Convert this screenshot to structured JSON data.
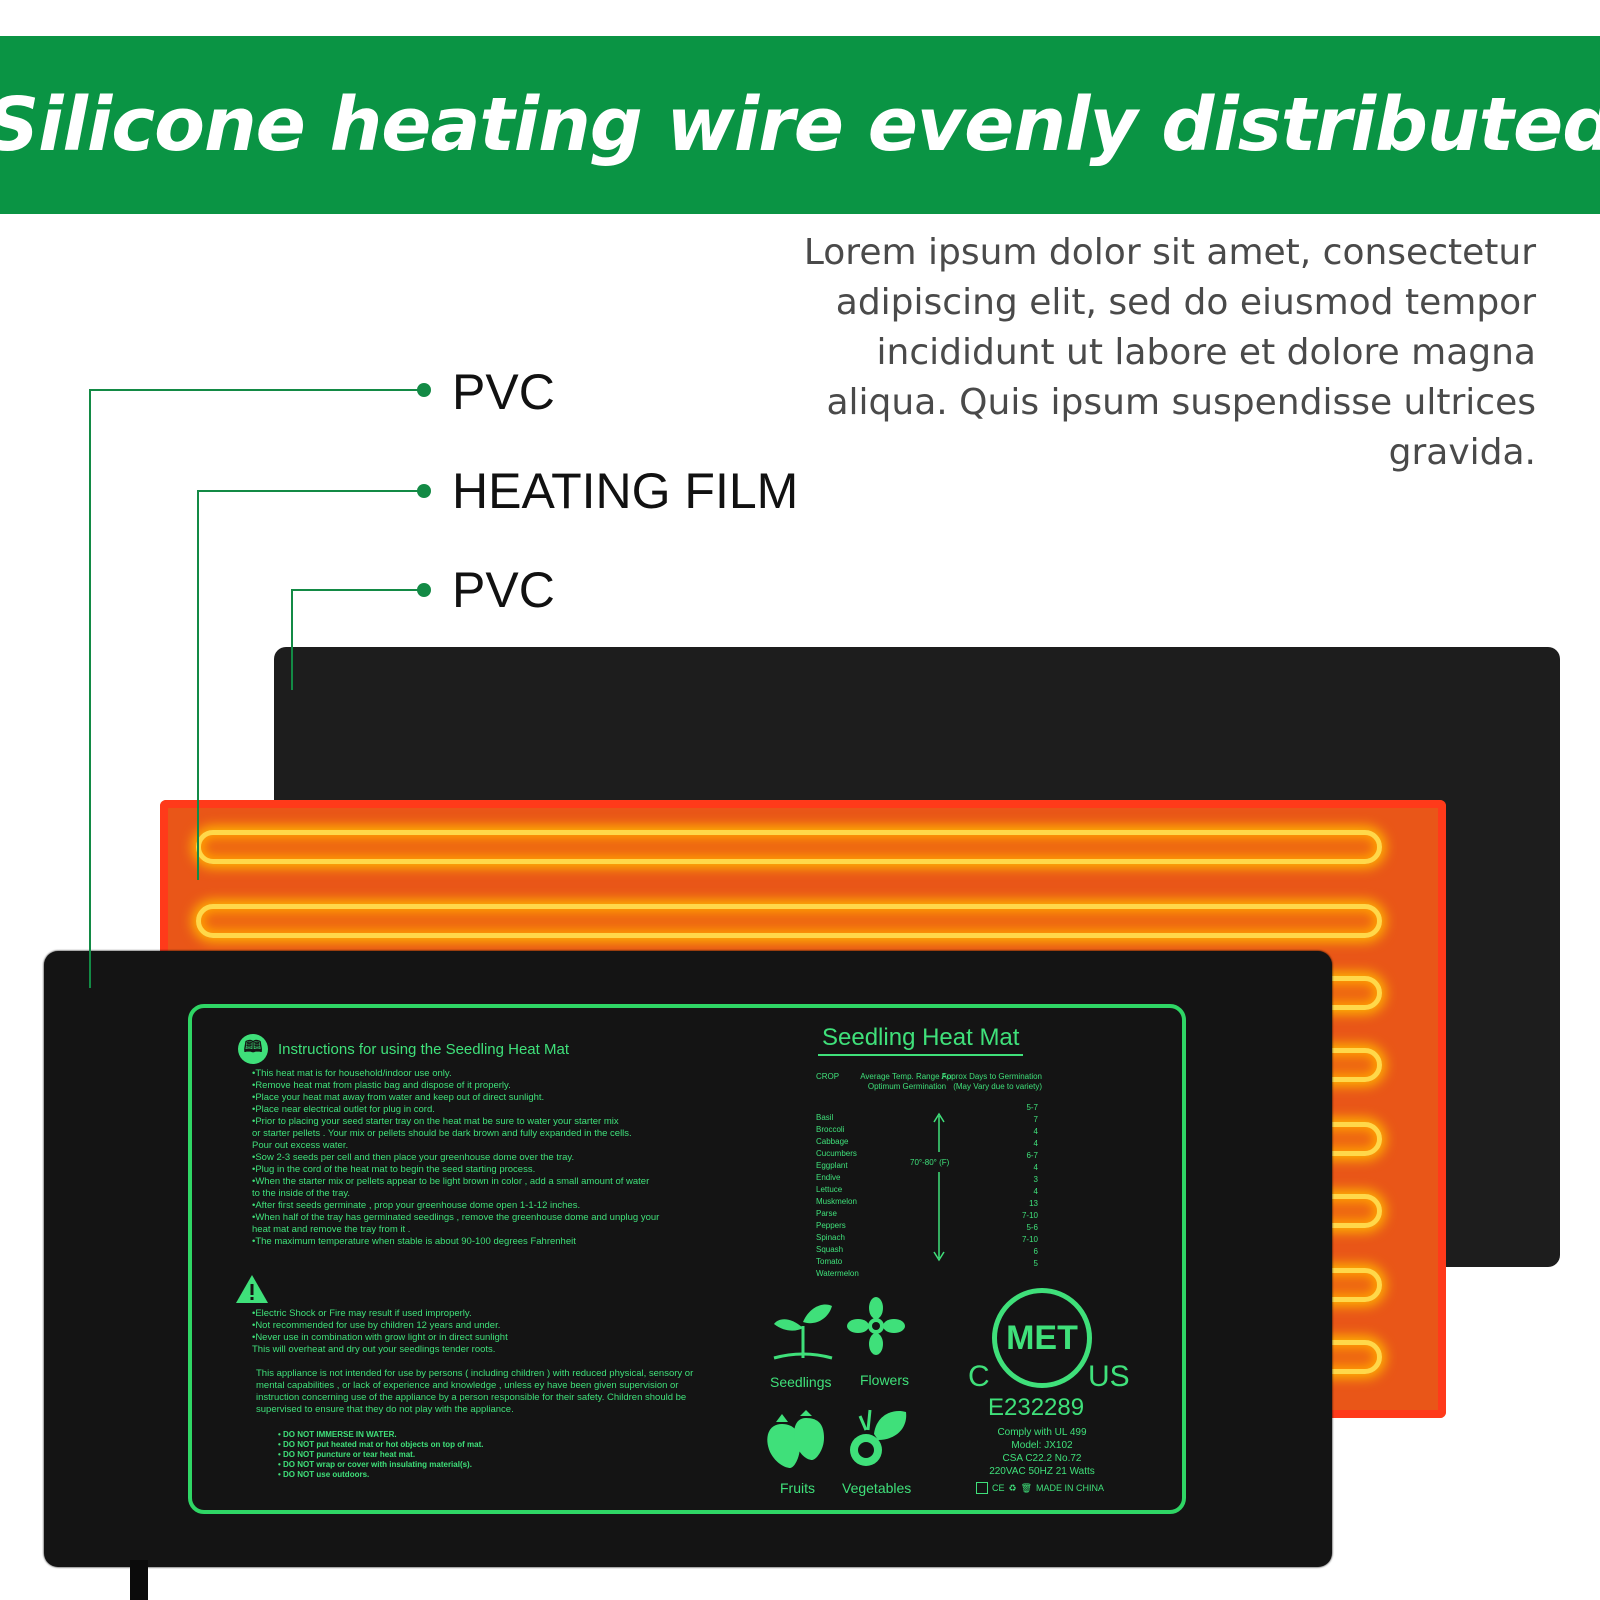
{
  "banner": {
    "title": "Silicone heating wire evenly distributed"
  },
  "description": "Lorem ipsum dolor sit amet, consectetur adipiscing elit, sed do eiusmod tempor incididunt ut labore et dolore magna aliqua. Quis ipsum suspendisse ultrices gravida.",
  "layers": [
    {
      "label": "PVC"
    },
    {
      "label": "HEATING FILM"
    },
    {
      "label": "PVC"
    }
  ],
  "colors": {
    "brand_green": "#0a9444",
    "print_green": "#3fe07a",
    "film_orange": "#e95618",
    "wire_glow": "#ffd84a"
  },
  "mat": {
    "instructions_title": "Instructions for using the Seedling Heat Mat",
    "instructions": [
      "•This heat mat is for household/indoor use only.",
      "•Remove heat mat from plastic bag and dispose of it properly.",
      "•Place your heat mat away from water and keep out of direct sunlight.",
      "•Place near electrical outlet for plug in cord.",
      "•Prior to placing your seed starter tray on the heat mat be sure to water your starter mix",
      "  or starter pellets . Your mix or pellets should be dark brown and fully expanded in the cells.",
      "  Pour out excess water.",
      "•Sow 2-3 seeds per cell and then place your greenhouse dome over the tray.",
      "•Plug in the cord of the heat mat to begin the seed starting process.",
      "•When the starter mix or pellets appear to be light brown in color , add a small amount of water",
      "  to the inside of the tray.",
      "•After first seeds germinate , prop your greenhouse dome open 1-1-12 inches.",
      "•When half of the tray has germinated seedlings , remove the greenhouse dome and unplug your",
      "  heat mat and remove the tray from it .",
      "•The maximum temperature when stable is about 90-100 degrees Fahrenheit"
    ],
    "warnings": [
      "•Electric Shock or Fire may result if used improperly.",
      "•Not recommended for use by children 12 years and under.",
      "•Never use in combination with grow light or in direct sunlight",
      "  This will overheat and dry out your seedlings tender roots."
    ],
    "appliance_note": "This appliance is not intended for use by persons ( including children ) with reduced physical, sensory or mental capabilities , or lack of experience and knowledge , unless ey have been given supervision or instruction concerning use of the appliance by a person responsible for their safety. Children should be supervised to ensure that they do not play with the appliance.",
    "donts": [
      "• DO NOT IMMERSE IN WATER.",
      "• DO NOT put heated mat or hot objects on top of mat.",
      "• DO NOT puncture or tear heat mat.",
      "• DO NOT wrap or cover with insulating material(s).",
      "• DO NOT use outdoors."
    ],
    "product_title": "Seedling Heat Mat",
    "crop_header": "CROP",
    "temp_header": "Average Temp. Range For Optimum Germination",
    "days_header": "Approx Days to Germination (May Vary due to variety)",
    "temp_range": "70°-80°  (F)",
    "crops": [
      "Basil",
      "Broccoli",
      "Cabbage",
      "Cucumbers",
      "Eggplant",
      "Endive",
      "Lettuce",
      "Muskmelon",
      "Parse",
      "Peppers",
      "Spinach",
      "Squash",
      "Tomato",
      "Watermelon"
    ],
    "days": [
      "5-7",
      "7",
      "4",
      "4",
      "6-7",
      "4",
      "3",
      "4",
      "13",
      "7-10",
      "5-6",
      "7-10",
      "6",
      "5"
    ],
    "icons": [
      {
        "label": "Seedlings",
        "icon": "seedling-icon"
      },
      {
        "label": "Flowers",
        "icon": "flower-icon"
      },
      {
        "label": "Fruits",
        "icon": "strawberry-icon"
      },
      {
        "label": "Vegetables",
        "icon": "vegetables-icon"
      }
    ],
    "cert": {
      "logo": "MET",
      "left": "C",
      "right": "US",
      "number": "E232289",
      "specs": [
        "Comply with UL 499",
        "Model: JX102",
        "CSA C22.2 No.72",
        "220VAC 50HZ 21 Watts"
      ],
      "made_in": "MADE IN CHINA"
    }
  }
}
